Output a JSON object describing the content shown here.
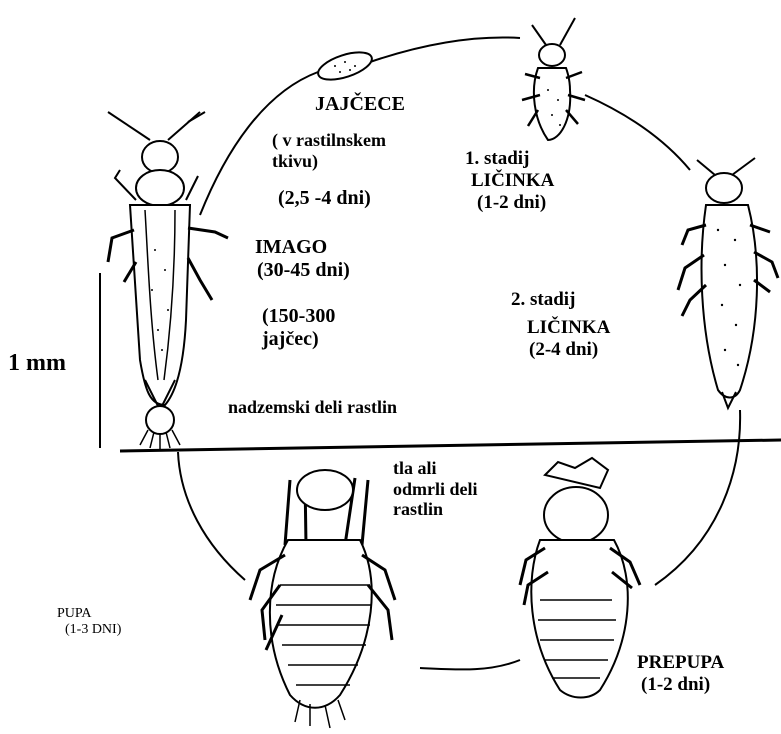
{
  "stages": {
    "egg": {
      "title": "JAJČECE",
      "line2": "( v rastilnskem",
      "line3": "tkivu)",
      "duration": "(2,5 -4 dni)"
    },
    "larva1": {
      "stage": "1. stadij",
      "name": "LIČINKA",
      "duration": "(1-2 dni)"
    },
    "larva2": {
      "stage": "2. stadij",
      "name": "LIČINKA",
      "duration": "(2-4 dni)"
    },
    "imago": {
      "name": "IMAGO",
      "duration": "(30-45 dni)",
      "eggs": "(150-300",
      "eggs_unit": "jajčec)"
    },
    "prepupa": {
      "name": "PREPUPA",
      "duration": "(1-2 dni)"
    },
    "pupa": {
      "name": "PUPA",
      "duration": "(1-3 DNI)"
    }
  },
  "zones": {
    "above": "nadzemski deli rastlin",
    "below_line1": "tla ali",
    "below_line2": "odmrli deli",
    "below_line3": "rastlin"
  },
  "scale": {
    "label": "1 mm"
  },
  "colors": {
    "ink": "#000000",
    "background": "#ffffff"
  }
}
